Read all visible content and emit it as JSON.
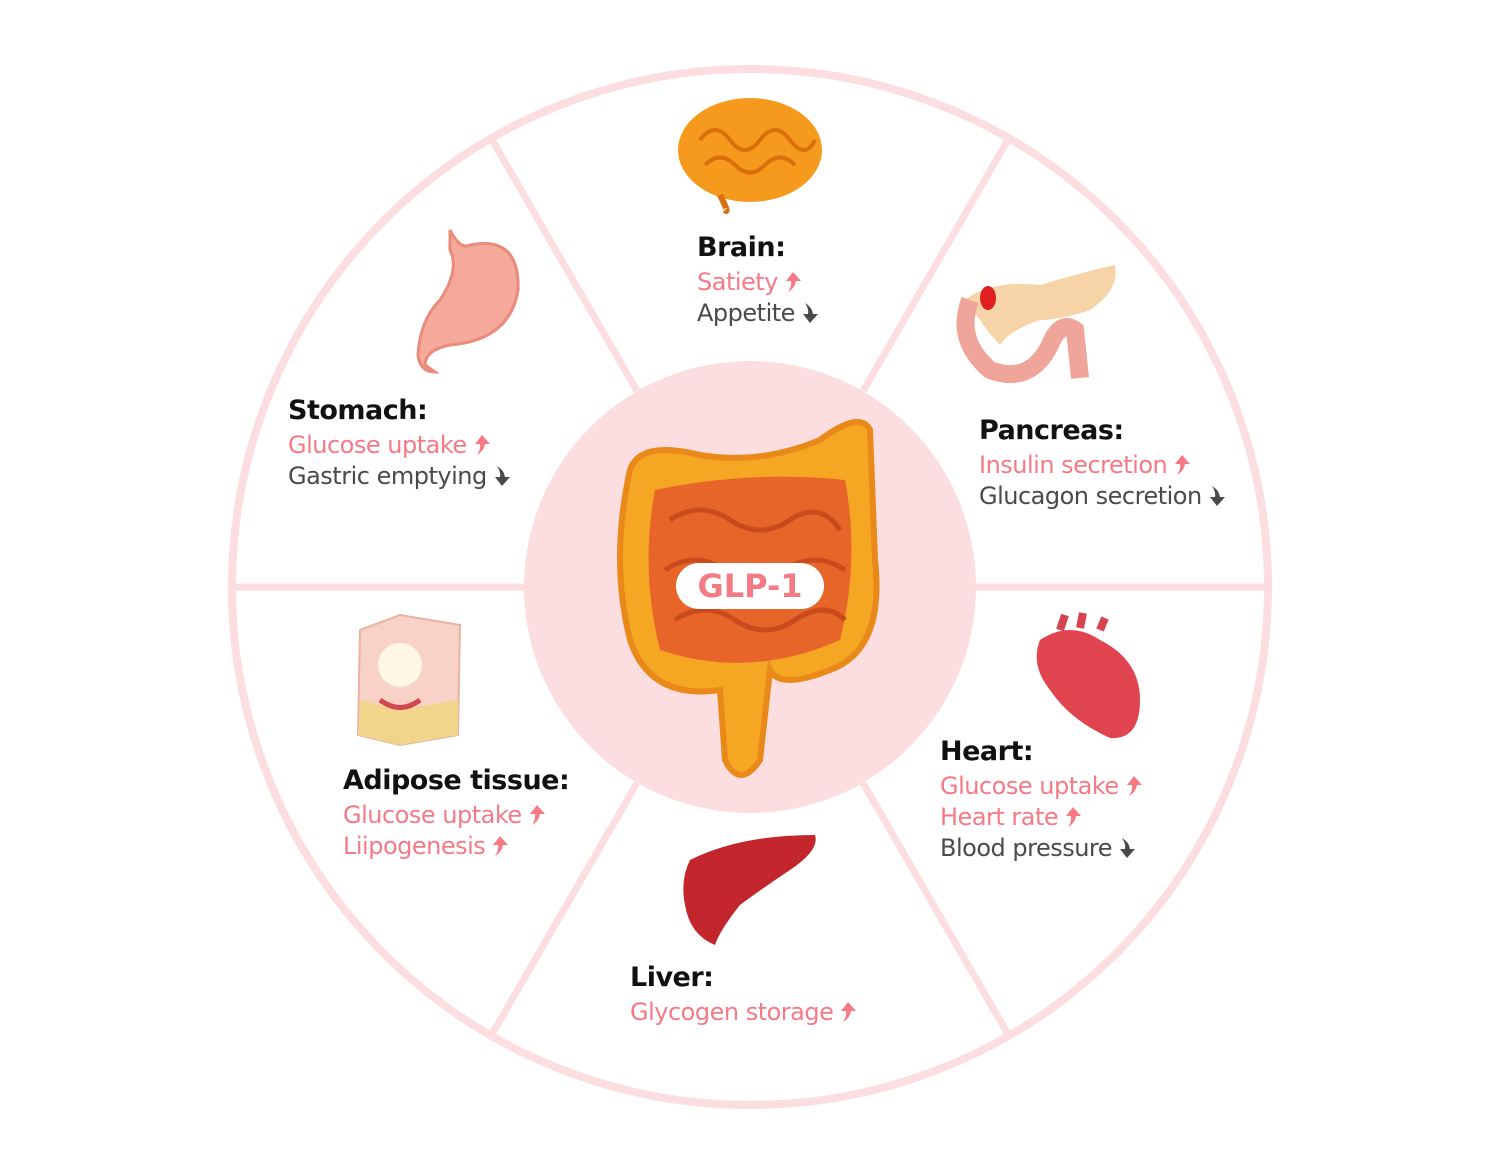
{
  "center_label": "GLP-1",
  "colors": {
    "ring": "#fcdde0",
    "center": "#fcdde0",
    "increase": "#f47a86",
    "decrease": "#4a4a4a"
  },
  "sections": {
    "brain": {
      "title": "Brain:",
      "effects": [
        {
          "text": "Satiety",
          "direction": "up"
        },
        {
          "text": "Appetite",
          "direction": "down"
        }
      ]
    },
    "stomach": {
      "title": "Stomach:",
      "effects": [
        {
          "text": "Glucose uptake",
          "direction": "up"
        },
        {
          "text": "Gastric emptying",
          "direction": "down"
        }
      ]
    },
    "pancreas": {
      "title": "Pancreas:",
      "effects": [
        {
          "text": "Insulin secretion",
          "direction": "up"
        },
        {
          "text": "Glucagon secretion",
          "direction": "down"
        }
      ]
    },
    "heart": {
      "title": "Heart:",
      "effects": [
        {
          "text": "Glucose uptake",
          "direction": "up"
        },
        {
          "text": "Heart rate",
          "direction": "up"
        },
        {
          "text": "Blood pressure",
          "direction": "down"
        }
      ]
    },
    "adipose": {
      "title": "Adipose tissue:",
      "effects": [
        {
          "text": "Glucose uptake",
          "direction": "up"
        },
        {
          "text": "Liipogenesis",
          "direction": "up"
        }
      ]
    },
    "liver": {
      "title": "Liver:",
      "effects": [
        {
          "text": "Glycogen storage",
          "direction": "up"
        }
      ]
    }
  }
}
